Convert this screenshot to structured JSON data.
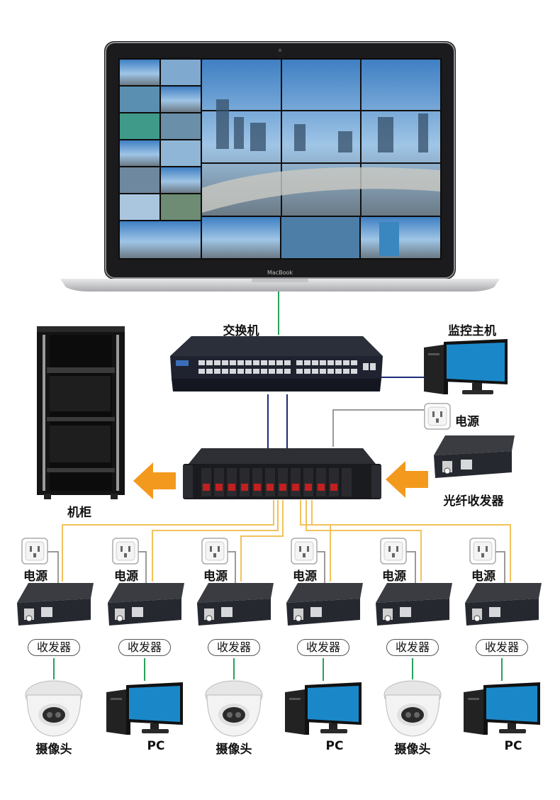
{
  "laptop": {
    "brand": "MacBook"
  },
  "labels": {
    "switch": "交换机",
    "monitor_host": "监控主机",
    "power": "电源",
    "cabinet": "机柜",
    "fiber_transceiver": "光纤收发器",
    "transceiver": "收发器",
    "camera": "摄像头",
    "pc": "PC"
  },
  "bottom_row": [
    {
      "power": "电源",
      "device": "收发器",
      "endpoint": "摄像头",
      "endpoint_icon": "camera-icon"
    },
    {
      "power": "电源",
      "device": "收发器",
      "endpoint": "PC",
      "endpoint_icon": "pc-icon"
    },
    {
      "power": "电源",
      "device": "收发器",
      "endpoint": "摄像头",
      "endpoint_icon": "camera-icon"
    },
    {
      "power": "电源",
      "device": "收发器",
      "endpoint": "PC",
      "endpoint_icon": "pc-icon"
    },
    {
      "power": "电源",
      "device": "收发器",
      "endpoint": "摄像头",
      "endpoint_icon": "camera-icon"
    },
    {
      "power": "电源",
      "device": "收发器",
      "endpoint": "PC",
      "endpoint_icon": "pc-icon"
    }
  ],
  "colors": {
    "arrow": "#f39a1e",
    "fiber_line": "#f2c25a",
    "green_line": "#2aa05a",
    "navy_line": "#1c2c78",
    "gray_line": "#9a9a9a",
    "screen": "#1a88c8"
  }
}
